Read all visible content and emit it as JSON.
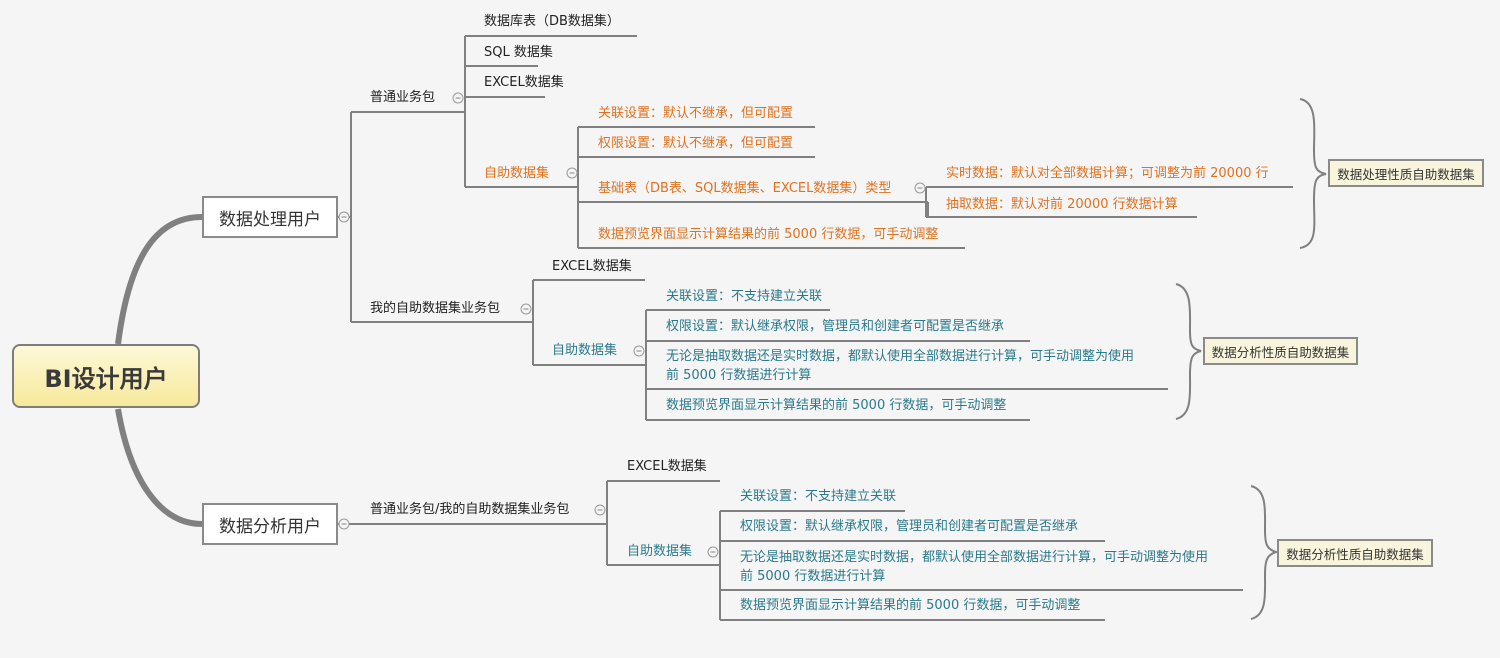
{
  "root": "BI设计用户",
  "processing_user": {
    "label": "数据处理用户",
    "normal_package": {
      "label": "普通业务包",
      "items": [
        "数据库表（DB数据集）",
        "SQL 数据集",
        "EXCEL数据集"
      ],
      "self_service": {
        "label": "自助数据集",
        "items": [
          "关联设置：默认不继承，但可配置",
          "权限设置：默认不继承，但可配置",
          "基础表（DB表、SQL数据集、EXCEL数据集）类型",
          "数据预览界面显示计算结果的前 5000 行数据，可手动调整"
        ],
        "base_table_children": [
          "实时数据：默认对全部数据计算；可调整为前 20000 行",
          "抽取数据：默认对前 20000 行数据计算"
        ]
      },
      "summary": "数据处理性质自助数据集"
    },
    "my_package": {
      "label": "我的自助数据集业务包",
      "excel": "EXCEL数据集",
      "self_service": {
        "label": "自助数据集",
        "items": [
          "关联设置：不支持建立关联",
          "权限设置：默认继承权限，管理员和创建者可配置是否继承",
          "无论是抽取数据还是实时数据，都默认使用全部数据进行计算，可手动调整为使用",
          "前 5000 行数据进行计算",
          "数据预览界面显示计算结果的前 5000 行数据，可手动调整"
        ]
      },
      "summary": "数据分析性质自助数据集"
    }
  },
  "analysis_user": {
    "label": "数据分析用户",
    "package": {
      "label": "普通业务包/我的自助数据集业务包",
      "excel": "EXCEL数据集",
      "self_service": {
        "label": "自助数据集",
        "items": [
          "关联设置：不支持建立关联",
          "权限设置：默认继承权限，管理员和创建者可配置是否继承",
          "无论是抽取数据还是实时数据，都默认使用全部数据进行计算，可手动调整为使用",
          "前 5000 行数据进行计算",
          "数据预览界面显示计算结果的前 5000 行数据，可手动调整"
        ]
      },
      "summary": "数据分析性质自助数据集"
    }
  },
  "colors": {
    "orange": "#e0721f",
    "teal": "#2b7a8c",
    "line": "#808080"
  }
}
